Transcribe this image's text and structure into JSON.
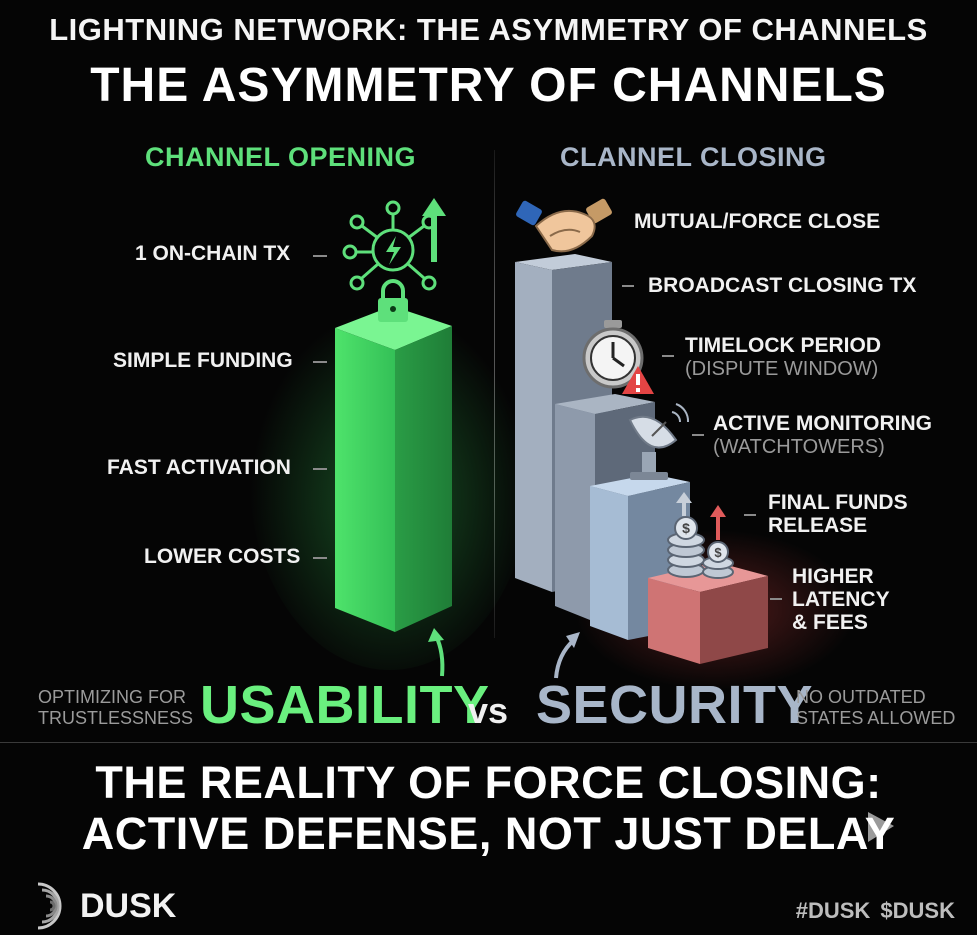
{
  "header": {
    "title_small": "LIGHTNING NETWORK: THE ASYMMETRY OF CHANNELS",
    "title_big": "THE ASYMMETRY OF CHANNELS"
  },
  "opening": {
    "heading": "CHANNEL OPENING",
    "labels": [
      "1 ON-CHAIN TX",
      "SIMPLE FUNDING",
      "FAST ACTIVATION",
      "LOWER COSTS"
    ],
    "color": "#4fd56a"
  },
  "closing": {
    "heading": "CLANNEL CLOSING",
    "steps": [
      {
        "label": "MUTUAL/FORCE CLOSE"
      },
      {
        "label": "BROADCAST CLOSING TX"
      },
      {
        "label": "TIMELOCK PERIOD",
        "sub": "(DISPUTE WINDOW)"
      },
      {
        "label": "ACTIVE MONITORING",
        "sub": "(WATCHTOWERS)"
      },
      {
        "label": "FINAL FUNDS",
        "label2": "RELEASE"
      },
      {
        "label": "HIGHER",
        "label2": "LATENCY",
        "label3": "& FEES"
      }
    ],
    "colors": [
      "#8f9bac",
      "#7f8b9c",
      "#9eb0c6",
      "#d87878"
    ]
  },
  "comparison": {
    "left_note_1": "OPTIMIZING FOR",
    "left_note_2": "TRUSTLESSNESS",
    "usability": "USABILITY",
    "vs": "vs",
    "security": "SECURITY",
    "right_note_1": "NO OUTDATED",
    "right_note_2": "STATES ALLOWED"
  },
  "bottom": {
    "line1": "THE REALITY OF FORCE CLOSING:",
    "line2": "ACTIVE DEFENSE, NOT JUST DELAY"
  },
  "footer": {
    "brand": "DUSK",
    "hashtags": "#DUSK $DUSK"
  }
}
